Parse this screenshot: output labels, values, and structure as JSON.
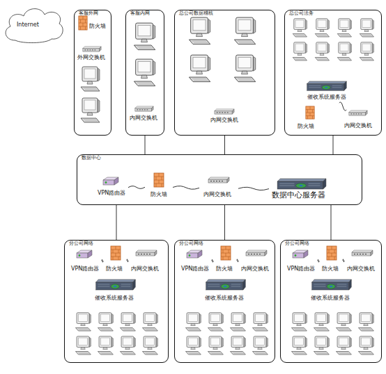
{
  "diagram": {
    "nodes": [
      {
        "text": [
          "Internet"
        ]
      },
      {
        "text": [
          "客服外网"
        ]
      },
      {
        "text": [
          "防火墙"
        ],
        "in": 1
      },
      {
        "text": [
          "外网交换机"
        ],
        "in": 1
      },
      {
        "text": [
          "客服内网"
        ]
      },
      {
        "text": [
          "内网交换机"
        ],
        "in": 4
      },
      {
        "text": [
          "总公司数据稽核"
        ]
      },
      {
        "text": [
          "内网交换机"
        ],
        "in": 6
      },
      {
        "text": [
          "总公司法务"
        ]
      },
      {
        "text": [
          "催收系统服务器"
        ],
        "in": 8
      },
      {
        "text": [
          "防火墙"
        ],
        "in": 8
      },
      {
        "text": [
          "内网交换机"
        ],
        "in": 8
      },
      {
        "text": [
          "数据中心"
        ]
      },
      {
        "text": [
          "VPN路由器"
        ],
        "in": 12
      },
      {
        "text": [
          "防火墙"
        ],
        "in": 12
      },
      {
        "text": [
          "内网交换机"
        ],
        "in": 12
      },
      {
        "text": [
          "数据中心服务器"
        ],
        "in": 12
      },
      {
        "text": [
          "分公司网络"
        ]
      },
      {
        "text": [
          "VPN路由器"
        ],
        "in": 17
      },
      {
        "text": [
          "防火墙"
        ],
        "in": 17
      },
      {
        "text": [
          "内网交换机"
        ],
        "in": 17
      },
      {
        "text": [
          "催收系统服务器"
        ],
        "in": 17
      },
      {
        "text": [
          "分公司网络"
        ]
      },
      {
        "text": [
          "VPN路由器"
        ],
        "in": 22
      },
      {
        "text": [
          "防火墙"
        ],
        "in": 22
      },
      {
        "text": [
          "内网交换机"
        ],
        "in": 22
      },
      {
        "text": [
          "催收系统服务器"
        ],
        "in": 22
      },
      {
        "text": [
          "分公司网络"
        ]
      },
      {
        "text": [
          "VPN路由器"
        ],
        "in": 27
      },
      {
        "text": [
          "防火墙"
        ],
        "in": 27
      },
      {
        "text": [
          "内网交换机"
        ],
        "in": 27
      },
      {
        "text": [
          "催收系统服务器"
        ],
        "in": 27
      }
    ],
    "edges": [
      {
        "from": 4,
        "to": 12,
        "arrow": "none"
      },
      {
        "from": 6,
        "to": 12,
        "arrow": "none"
      },
      {
        "from": 8,
        "to": 12,
        "arrow": "none"
      },
      {
        "from": 12,
        "to": 17,
        "arrow": "none"
      },
      {
        "from": 12,
        "to": 22,
        "arrow": "none"
      },
      {
        "from": 12,
        "to": 27,
        "arrow": "none"
      },
      {
        "from": 13,
        "to": 14,
        "arrow": "none"
      },
      {
        "from": 14,
        "to": 15,
        "arrow": "none"
      },
      {
        "from": 15,
        "to": 16,
        "arrow": "none"
      },
      {
        "from": 9,
        "to": 11,
        "arrow": "none"
      },
      {
        "from": 18,
        "to": 19,
        "arrow": "none"
      },
      {
        "from": 19,
        "to": 20,
        "arrow": "none"
      },
      {
        "from": 23,
        "to": 24,
        "arrow": "none"
      },
      {
        "from": 24,
        "to": 25,
        "arrow": "none"
      },
      {
        "from": 28,
        "to": 29,
        "arrow": "none"
      },
      {
        "from": 29,
        "to": 30,
        "arrow": "none"
      }
    ]
  }
}
